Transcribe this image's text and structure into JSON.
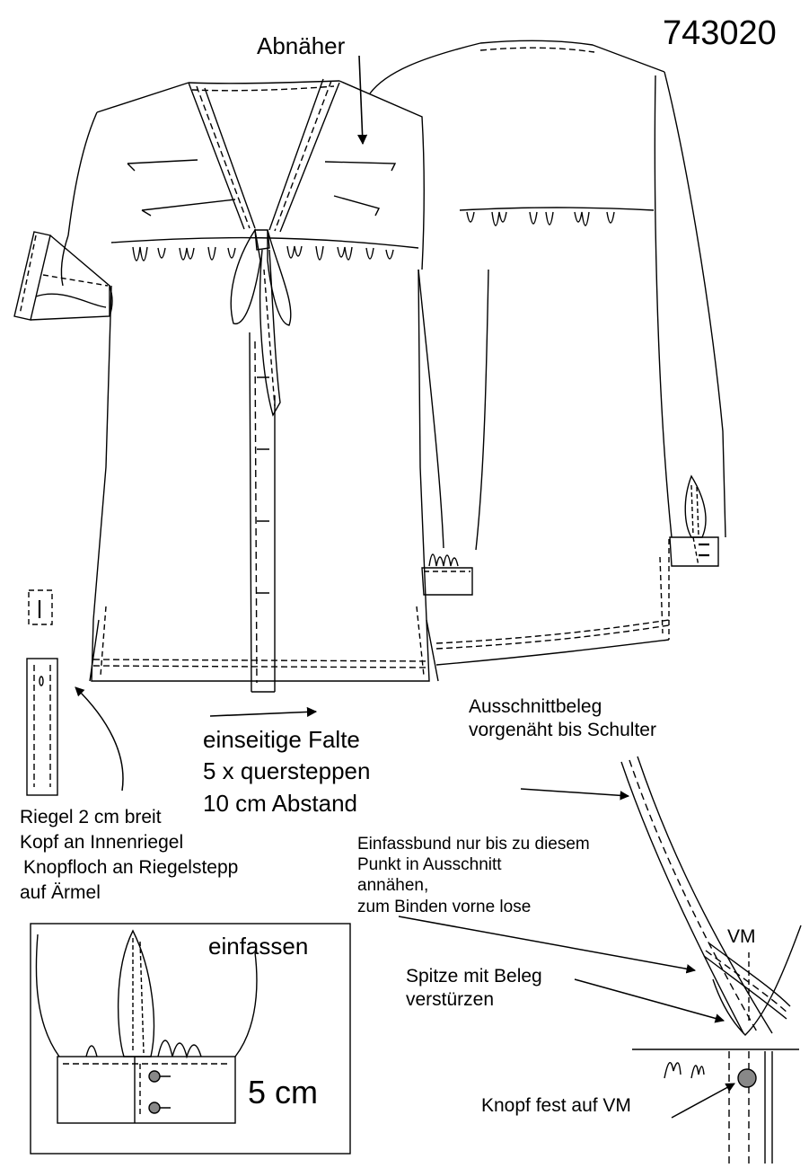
{
  "model_number": "743020",
  "labels": {
    "dart": "Abnäher",
    "pleat_lines": [
      "einseitige Falte",
      "5 x quersteppen",
      "10 cm Abstand"
    ],
    "tab_lines": [
      "Riegel 2 cm breit",
      "Kopf an Innenriegel",
      "Knopfloch an Riegelstepp",
      "auf Ärmel"
    ],
    "facing_lines": [
      "Ausschnittbeleg",
      "vorgenäht bis Schulter"
    ],
    "binding_lines": [
      "Einfassbund nur bis zu diesem",
      "Punkt in Ausschnitt",
      "annähen,",
      "zum Binden vorne lose"
    ],
    "cf": "VM",
    "tip_lines": [
      "Spitze mit Beleg",
      "verstürzen"
    ],
    "button": "Knopf fest auf VM",
    "cuff_bind": "einfassen",
    "cuff_width": "5 cm"
  },
  "colors": {
    "ink": "#000000",
    "paper": "#ffffff",
    "button_fill": "#888888"
  }
}
